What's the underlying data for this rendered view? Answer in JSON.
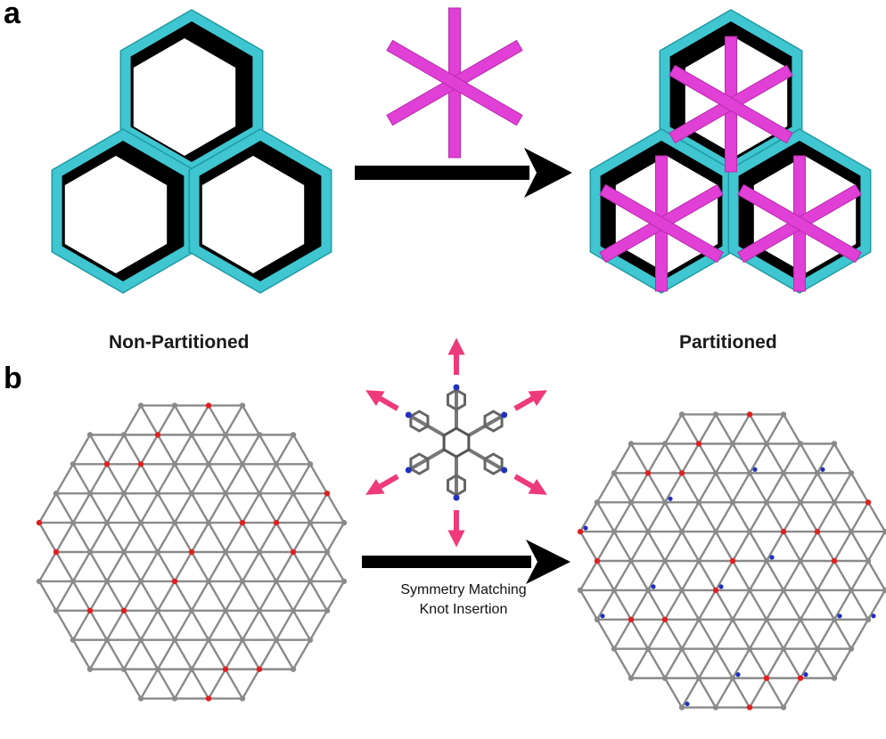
{
  "panels": {
    "a": {
      "letter": "a",
      "left_caption": "Non-Partitioned",
      "right_caption": "Partitioned"
    },
    "b": {
      "letter": "b",
      "arrow_label_line1": "Symmetry Matching",
      "arrow_label_line2": "Knot Insertion"
    }
  },
  "colors": {
    "hex_frame": "#3fc6d1",
    "hex_frame_dark": "#1e9aa3",
    "wall_shadow": "#000000",
    "knot": "#e040d6",
    "knot_dark": "#b82aac",
    "arrow": "#000000",
    "atom_carbon": "#8a8a8a",
    "atom_oxygen": "#e02020",
    "atom_nitrogen": "#2030c0",
    "direction_arrow": "#ee3a7a"
  }
}
